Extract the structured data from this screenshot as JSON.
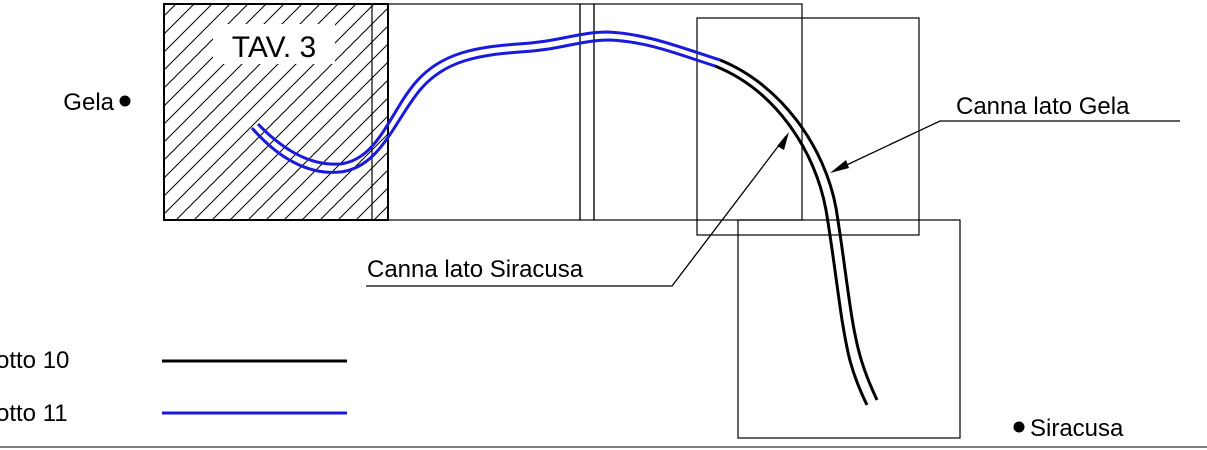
{
  "labels": {
    "sheet": "TAV. 3",
    "gela": "Gela",
    "siracusa": "Siracusa",
    "canna_gela": "Canna lato Gela",
    "canna_siracusa": "Canna lato Siracusa"
  },
  "legend": [
    {
      "label": "otto 10",
      "color": "#000000"
    },
    {
      "label": "otto 11",
      "color": "#1a1adc"
    }
  ],
  "colors": {
    "line": "#000000",
    "lotto10": "#000000",
    "lotto11": "#1a1adc"
  }
}
